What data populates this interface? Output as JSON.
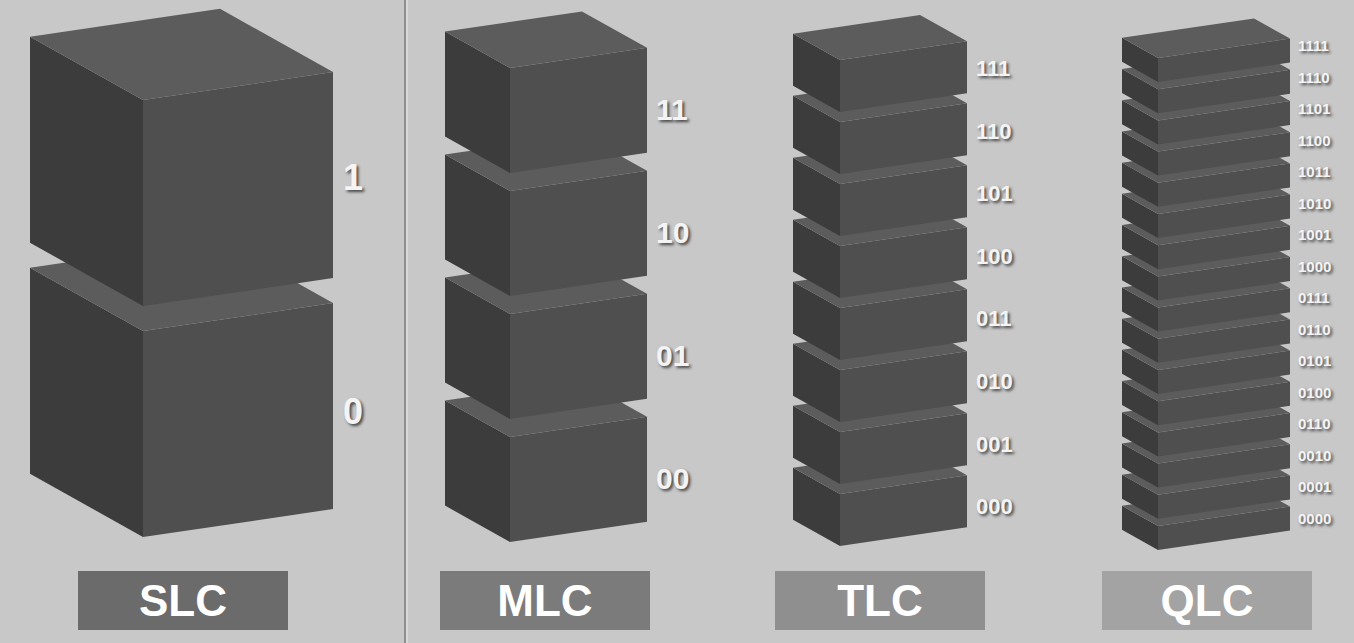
{
  "diagram": {
    "nodes": [
      {
        "text": [
          "SLC"
        ]
      },
      {
        "text": [
          "MLC"
        ]
      },
      {
        "text": [
          "TLC"
        ]
      },
      {
        "text": [
          "QLC"
        ]
      }
    ],
    "labels": [
      "1",
      "0",
      "11",
      "10",
      "01",
      "00",
      "111",
      "110",
      "101",
      "100",
      "011",
      "010",
      "001",
      "000",
      "1111",
      "1110",
      "1101",
      "1100",
      "1011",
      "1010",
      "1001",
      "1000",
      "0111",
      "0110",
      "0101",
      "0100",
      "0110",
      "0010",
      "0001",
      "0000"
    ]
  }
}
